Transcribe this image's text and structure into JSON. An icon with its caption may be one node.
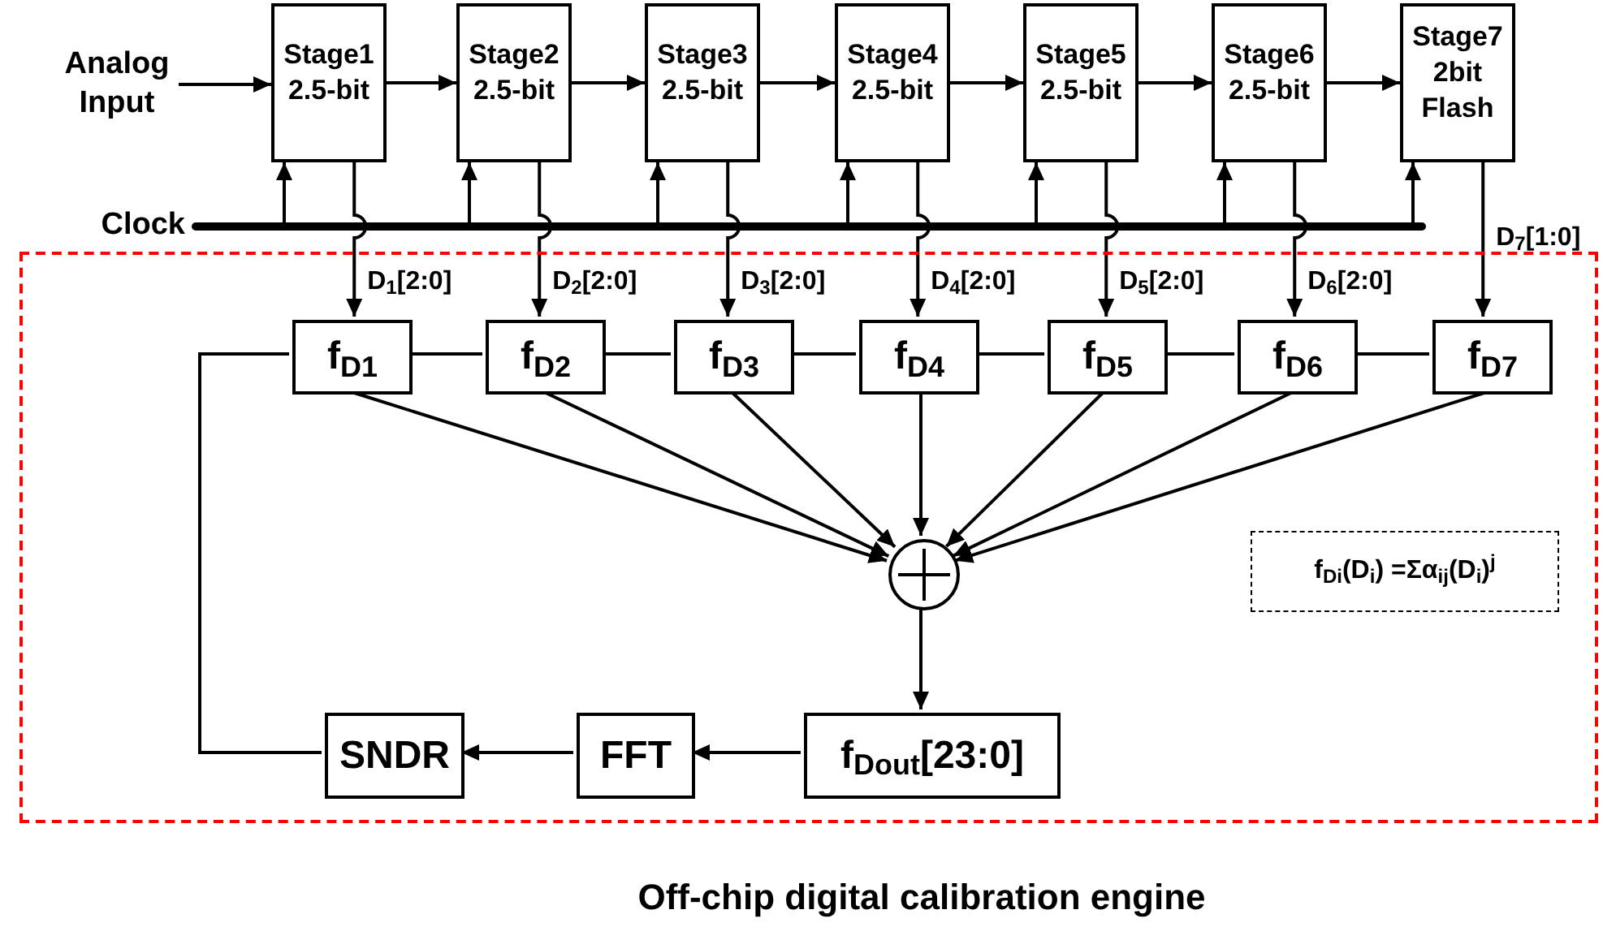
{
  "diagram": {
    "caption": "Off-chip digital calibration engine",
    "nodes": [
      {
        "text": [
          "Analog Input"
        ]
      },
      {
        "text": [
          "Stage1",
          "2.5-bit"
        ]
      },
      {
        "text": [
          "Stage2",
          "2.5-bit"
        ]
      },
      {
        "text": [
          "Stage3",
          "2.5-bit"
        ]
      },
      {
        "text": [
          "Stage4",
          "2.5-bit"
        ]
      },
      {
        "text": [
          "Stage5",
          "2.5-bit"
        ]
      },
      {
        "text": [
          "Stage6",
          "2.5-bit"
        ]
      },
      {
        "text": [
          "Stage7",
          "2bit Flash"
        ]
      },
      {
        "text": [],
        "shape": "bar",
        "beside": [
          "Clock"
        ]
      },
      {
        "text": [],
        "shape": "box"
      },
      {
        "text": [
          "f$_{D1}$"
        ],
        "in": 9
      },
      {
        "text": [
          "f$_{D2}$"
        ],
        "in": 9
      },
      {
        "text": [
          "f$_{D3}$"
        ],
        "in": 9
      },
      {
        "text": [
          "f$_{D4}$"
        ],
        "in": 9
      },
      {
        "text": [
          "f$_{D5}$"
        ],
        "in": 9
      },
      {
        "text": [
          "f$_{D6}$"
        ],
        "in": 9
      },
      {
        "text": [
          "f$_{D7}$"
        ],
        "in": 9
      },
      {
        "text": [],
        "shape": "circle",
        "in": 9
      },
      {
        "text": [
          "f$_{Dout}$[23:0]"
        ],
        "in": 9
      },
      {
        "text": [
          "FFT"
        ],
        "in": 9
      },
      {
        "text": [
          "SNDR"
        ],
        "in": 9
      },
      {
        "text": [
          "f$_{Di}$(D$_{i}$) =Σα$_{ij}$(D$_{i}$)$^{j}$"
        ],
        "in": 9
      }
    ],
    "edges": [
      {
        "from": 0,
        "to": 1,
        "arrow": "to"
      },
      {
        "from": 1,
        "to": 2,
        "arrow": "to"
      },
      {
        "from": 2,
        "to": 3,
        "arrow": "to"
      },
      {
        "from": 3,
        "to": 4,
        "arrow": "to"
      },
      {
        "from": 4,
        "to": 5,
        "arrow": "to"
      },
      {
        "from": 5,
        "to": 6,
        "arrow": "to"
      },
      {
        "from": 6,
        "to": 7,
        "arrow": "to"
      },
      {
        "from": 8,
        "to": 1,
        "arrow": "to"
      },
      {
        "from": 8,
        "to": 2,
        "arrow": "to"
      },
      {
        "from": 8,
        "to": 3,
        "arrow": "to"
      },
      {
        "from": 8,
        "to": 4,
        "arrow": "to"
      },
      {
        "from": 8,
        "to": 5,
        "arrow": "to"
      },
      {
        "from": 8,
        "to": 6,
        "arrow": "to"
      },
      {
        "from": 8,
        "to": 7,
        "arrow": "to"
      },
      {
        "from": 1,
        "to": 10,
        "arrow": "to",
        "label": "D$_{1}$[2:0]"
      },
      {
        "from": 2,
        "to": 11,
        "arrow": "to",
        "label": "D$_{2}$[2:0]"
      },
      {
        "from": 3,
        "to": 12,
        "arrow": "to",
        "label": "D$_{3}$[2:0]"
      },
      {
        "from": 4,
        "to": 13,
        "arrow": "to",
        "label": "D$_{4}$[2:0]"
      },
      {
        "from": 5,
        "to": 14,
        "arrow": "to",
        "label": "D$_{5}$[2:0]"
      },
      {
        "from": 6,
        "to": 15,
        "arrow": "to",
        "label": "D$_{6}$[2:0]"
      },
      {
        "from": 7,
        "to": 16,
        "arrow": "to",
        "label": "D$_{7}$[1:0]"
      },
      {
        "from": 10,
        "to": 11,
        "arrow": "none"
      },
      {
        "from": 11,
        "to": 12,
        "arrow": "none"
      },
      {
        "from": 12,
        "to": 13,
        "arrow": "none"
      },
      {
        "from": 13,
        "to": 14,
        "arrow": "none"
      },
      {
        "from": 14,
        "to": 15,
        "arrow": "none"
      },
      {
        "from": 15,
        "to": 16,
        "arrow": "none"
      },
      {
        "from": 10,
        "to": 17,
        "arrow": "to"
      },
      {
        "from": 11,
        "to": 17,
        "arrow": "to"
      },
      {
        "from": 12,
        "to": 17,
        "arrow": "to"
      },
      {
        "from": 13,
        "to": 17,
        "arrow": "to"
      },
      {
        "from": 14,
        "to": 17,
        "arrow": "to"
      },
      {
        "from": 15,
        "to": 17,
        "arrow": "to"
      },
      {
        "from": 16,
        "to": 17,
        "arrow": "to"
      },
      {
        "from": 17,
        "to": 18,
        "arrow": "to"
      },
      {
        "from": 18,
        "to": 19,
        "arrow": "to"
      },
      {
        "from": 19,
        "to": 20,
        "arrow": "to"
      },
      {
        "from": 20,
        "to": 10,
        "arrow": "none"
      }
    ]
  }
}
